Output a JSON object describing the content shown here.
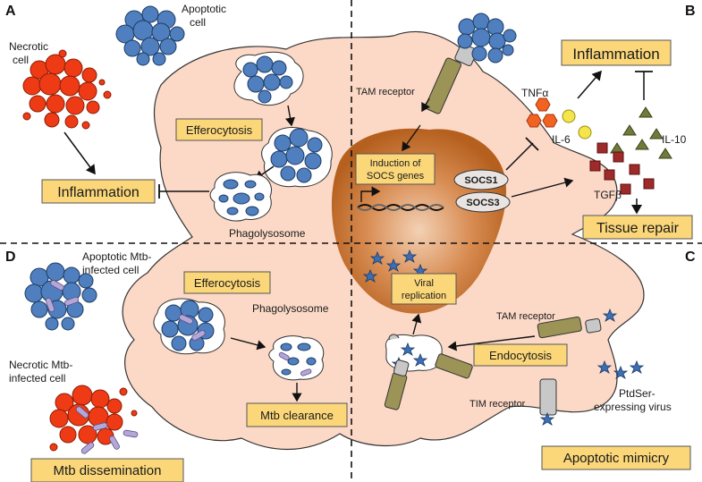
{
  "panels": {
    "a": "A",
    "b": "B",
    "c": "C",
    "d": "D"
  },
  "labels": {
    "apoptotic_cell": [
      "Apoptotic",
      "cell"
    ],
    "necrotic_cell": [
      "Necrotic",
      "cell"
    ],
    "tam_receptor_top": "TAM receptor",
    "tnfa": "TNFα",
    "il6": "IL-6",
    "il10": "IL-10",
    "tgfb": "TGFβ",
    "socs1": "SOCS1",
    "socs3": "SOCS3",
    "phagolysosome_top": "Phagolysosome",
    "apoptotic_mtb_cell": [
      "Apoptotic Mtb-",
      "infected cell"
    ],
    "necrotic_mtb_cell": [
      "Necrotic Mtb-",
      "infected cell"
    ],
    "phagolysosome_bottom": "Phagolysosome",
    "tam_receptor_right": "TAM receptor",
    "tim_receptor": "TIM receptor",
    "ptdser_virus": [
      "PtdSer-",
      "expressing virus"
    ]
  },
  "boxes": {
    "efferocytosis_top": "Efferocytosis",
    "inflammation_left": "Inflammation",
    "inflammation_right": "Inflammation",
    "induction_socs": [
      "Induction of",
      "SOCS genes"
    ],
    "tissue_repair": "Tissue repair",
    "efferocytosis_bottom": "Efferocytosis",
    "viral_replication": [
      "Viral",
      "replication"
    ],
    "endocytosis": "Endocytosis",
    "mtb_clearance": "Mtb clearance",
    "mtb_dissemination": "Mtb dissemination",
    "apoptotic_mimicry": "Apoptotic mimicry"
  },
  "colors": {
    "box_fill": "#fbd77a",
    "macrophage_fill": "#fcd9c7",
    "nucleus_fill": "#b8652a",
    "apoptotic_blue": "#4f7fbf",
    "necrotic_red": "#ee3b15",
    "mtb_purple": "#b4a7d6",
    "receptor_olive": "#9c9456"
  }
}
